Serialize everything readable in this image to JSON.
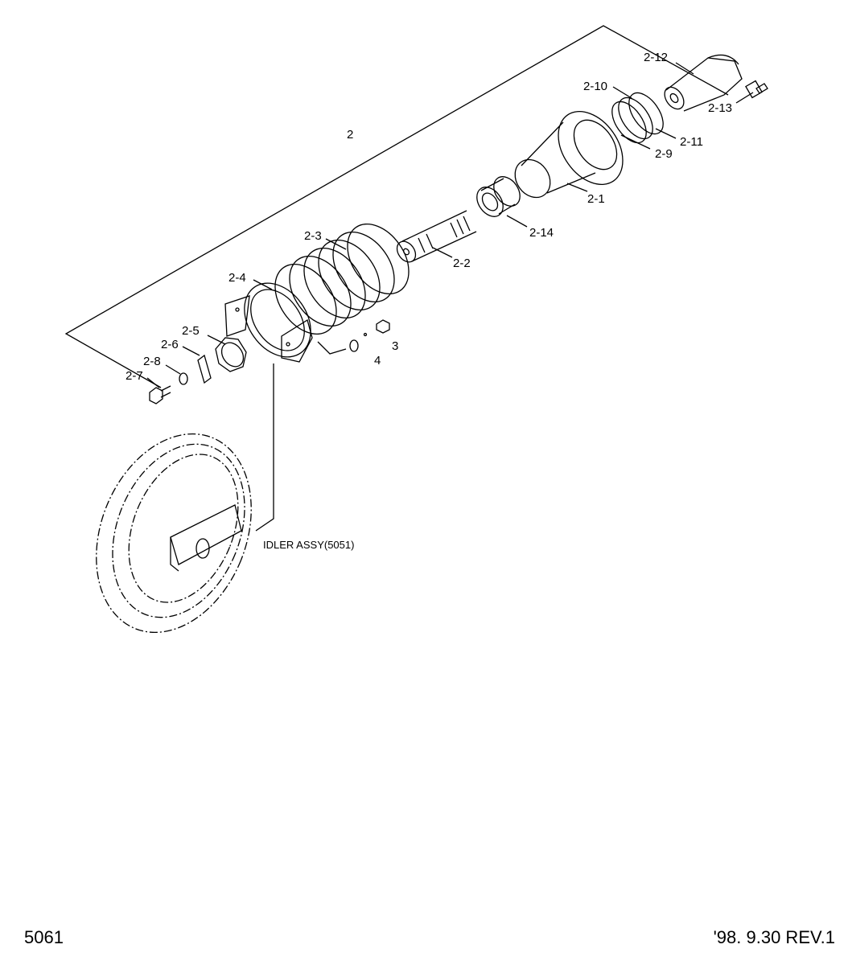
{
  "diagram": {
    "callouts": {
      "assembly": "2",
      "p2_1": "2-1",
      "p2_2": "2-2",
      "p2_3": "2-3",
      "p2_4": "2-4",
      "p2_5": "2-5",
      "p2_6": "2-6",
      "p2_7": "2-7",
      "p2_8": "2-8",
      "p2_9": "2-9",
      "p2_10": "2-10",
      "p2_11": "2-11",
      "p2_12": "2-12",
      "p2_13": "2-13",
      "p2_14": "2-14",
      "p3": "3",
      "p4": "4"
    },
    "idler_label": "IDLER ASSY(5051)"
  },
  "footer": {
    "page_code": "5061",
    "revision": "'98. 9.30 REV.1"
  }
}
